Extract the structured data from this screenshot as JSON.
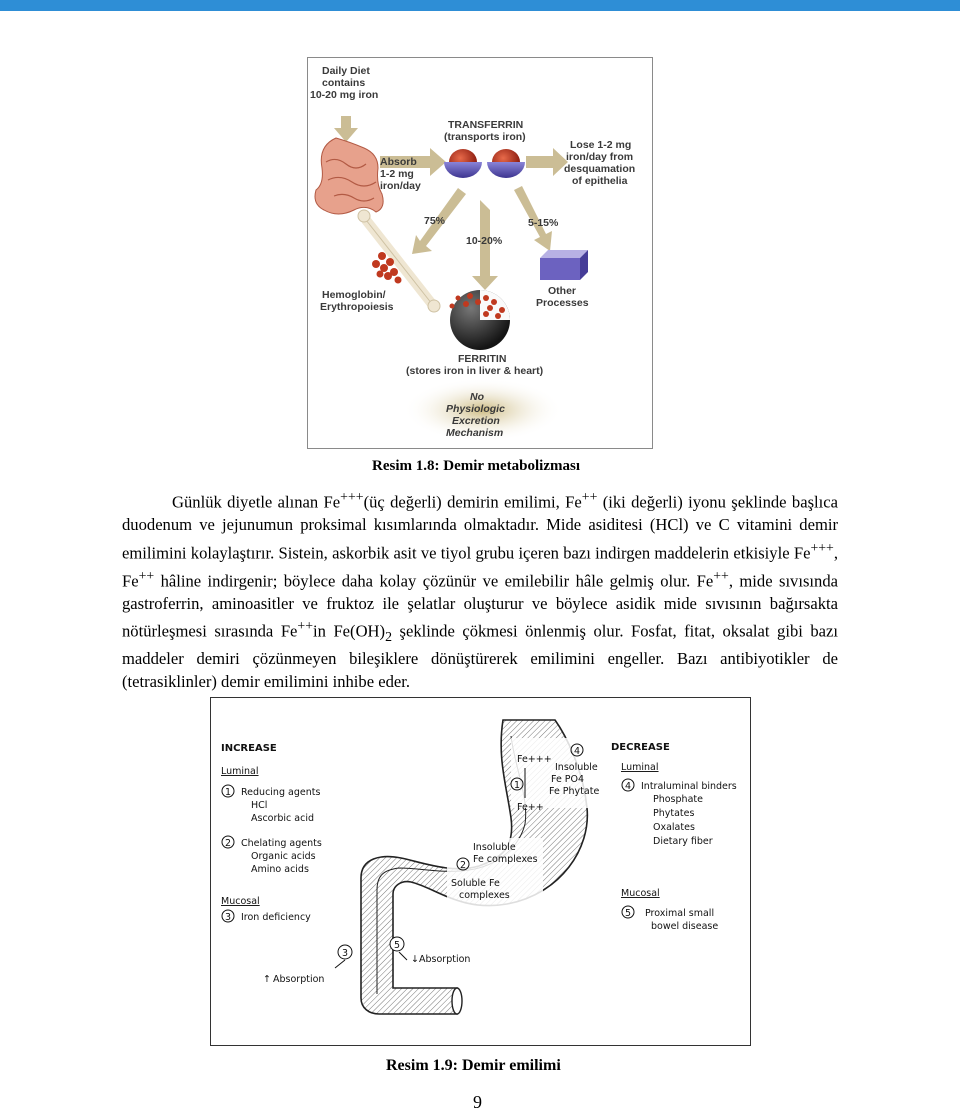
{
  "figure1": {
    "daily_diet": [
      "Daily Diet",
      "contains",
      "10-20 mg iron"
    ],
    "absorb": [
      "Absorb",
      "1-2 mg",
      "iron/day"
    ],
    "transferrin": [
      "TRANSFERRIN",
      "(transports iron)"
    ],
    "lose": [
      "Lose 1-2 mg",
      "iron/day from",
      "desquamation",
      "of epithelia"
    ],
    "pct_75": "75%",
    "pct_10_20": "10-20%",
    "pct_5_15": "5-15%",
    "hemoglobin": [
      "Hemoglobin/",
      "Erythropoiesis"
    ],
    "other": [
      "Other",
      "Processes"
    ],
    "ferritin": [
      "FERRITIN",
      "(stores iron in liver & heart)"
    ],
    "no_excretion": [
      "No",
      "Physiologic",
      "Excretion",
      "Mechanism"
    ]
  },
  "caption1": "Resim 1.8: Demir metabolizması",
  "paragraph": {
    "p1": "Günlük diyetle alınan Fe",
    "sup1": "+++",
    "p2": "(üç değerli) demirin emilimi, Fe",
    "sup2": "++",
    "p3": " (iki değerli) iyonu şeklinde başlıca duodenum ve jejunumun proksimal kısımlarında olmaktadır. Mide asiditesi (HCl) ve C vitamini demir emilimini kolaylaştırır. Sistein, askorbik asit ve tiyol grubu içeren bazı indirgen maddelerin etkisiyle Fe",
    "sup3": "+++",
    "p4": ", Fe",
    "sup4": "++",
    "p5": " hâline indirgenir; böylece daha kolay çözünür ve emilebilir hâle gelmiş olur. Fe",
    "sup5": "++",
    "p6": ", mide sıvısında gastroferrin, aminoasitler ve fruktoz ile şelatlar oluşturur ve böylece asidik mide sıvısının bağırsakta nötürleşmesi sırasında Fe",
    "sup6": "++",
    "p7": "in Fe(OH)",
    "sub7": "2",
    "p8": " şeklinde çökmesi önlenmiş olur. Fosfat, fitat, oksalat gibi bazı maddeler demiri çözünmeyen bileşiklere dönüştürerek emilimini engeller. Bazı antibiyotikler de (tetrasiklinler) demir emilimini inhibe eder."
  },
  "figure2": {
    "increase": "INCREASE",
    "luminal": "Luminal",
    "n1": "1",
    "reducing": [
      "Reducing agents",
      "HCl",
      "Ascorbic acid"
    ],
    "n2": "2",
    "chelating": [
      "Chelating agents",
      "Organic acids",
      "Amino acids"
    ],
    "mucosal": "Mucosal",
    "n3": "3",
    "iron_def": "Iron deficiency",
    "decrease": "DECREASE",
    "luminal_r": "Luminal",
    "n4": "4",
    "binders": [
      "Intraluminal binders",
      "Phosphate",
      "Phytates",
      "Oxalates",
      "Dietary fiber"
    ],
    "mucosal_r": "Mucosal",
    "n5": "5",
    "proximal": [
      "Proximal small",
      "bowel disease"
    ],
    "fe3": "Fe+++",
    "fe2": "Fe++",
    "insoluble_top": [
      "Insoluble",
      "Fe PO4",
      "Fe Phytate"
    ],
    "insoluble_mid": [
      "Insoluble",
      "Fe complexes"
    ],
    "soluble": [
      "Soluble Fe",
      "complexes"
    ],
    "absorption_up": "Absorption",
    "absorption_down": "Absorption"
  },
  "caption2": "Resim 1.9: Demir emilimi",
  "page_number": "9"
}
